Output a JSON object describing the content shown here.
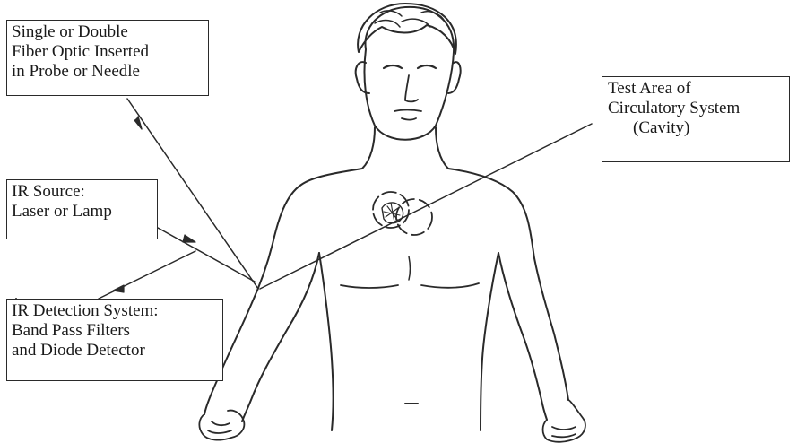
{
  "diagram": {
    "labels": {
      "fiber_optic": [
        "Single or Double",
        "Fiber Optic Inserted",
        "in Probe or Needle"
      ],
      "test_area": [
        "Test Area of",
        "Circulatory System",
        "(Cavity)"
      ],
      "ir_source": [
        "IR Source:",
        "Laser or Lamp"
      ],
      "ir_detection": [
        "IR Detection System:",
        "Band Pass Filters",
        "and Diode Detector"
      ]
    },
    "colors": {
      "stroke": "#2a2a2a",
      "background": "#ffffff"
    }
  }
}
